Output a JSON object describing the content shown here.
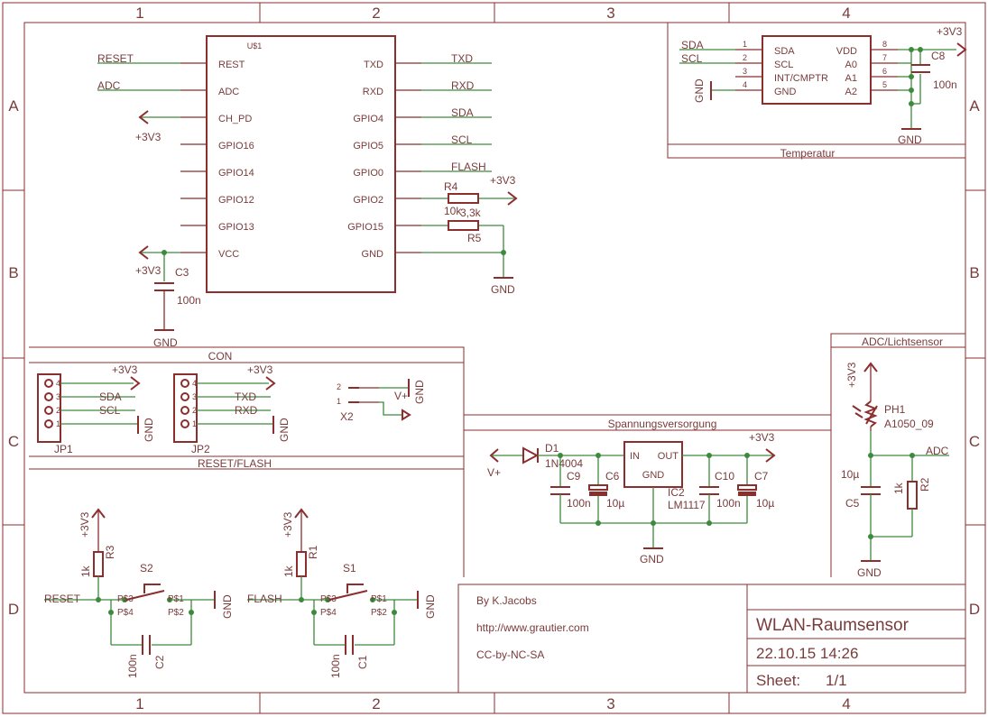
{
  "frame": {
    "columns": [
      "1",
      "2",
      "3",
      "4"
    ],
    "rows": [
      "A",
      "B",
      "C",
      "D"
    ]
  },
  "mcu": {
    "name": "U$1",
    "left_pins": [
      "REST",
      "ADC",
      "CH_PD",
      "GPIO16",
      "GPIO14",
      "GPIO12",
      "GPIO13",
      "VCC"
    ],
    "right_pins": [
      "TXD",
      "RXD",
      "GPIO4",
      "GPIO5",
      "GPIO0",
      "GPIO2",
      "GPIO15",
      "GND"
    ]
  },
  "nets": {
    "reset": "RESET",
    "adc": "ADC",
    "txd": "TXD",
    "rxd": "RXD",
    "sda": "SDA",
    "scl": "SCL",
    "flash": "FLASH",
    "v33": "+3V3",
    "gnd": "GND",
    "vplus": "V+"
  },
  "parts": {
    "r4": {
      "name": "R4",
      "value": "10k"
    },
    "r5": {
      "name": "R5",
      "value": "3,3k"
    },
    "c3": {
      "name": "C3",
      "value": "100n"
    },
    "c8": {
      "name": "C8",
      "value": "100n"
    },
    "temp_ic": {
      "left_pins": [
        "SDA",
        "SCL",
        "INT/CMPTR",
        "GND"
      ],
      "right_pins": [
        "VDD",
        "A0",
        "A1",
        "A2"
      ],
      "left_numbers": [
        "1",
        "2",
        "3",
        "4"
      ],
      "right_numbers": [
        "8",
        "7",
        "6",
        "5"
      ]
    },
    "jp1": {
      "name": "JP1",
      "pins": [
        "4",
        "3",
        "2",
        "1"
      ]
    },
    "jp2": {
      "name": "JP2",
      "pins": [
        "4",
        "3",
        "2",
        "1"
      ]
    },
    "x2": {
      "name": "X2",
      "pins": [
        "2",
        "1"
      ]
    },
    "d1": {
      "name": "D1",
      "value": "1N4004"
    },
    "c9": {
      "name": "C9",
      "value": "100n"
    },
    "c6": {
      "name": "C6",
      "value": "10µ"
    },
    "ic2": {
      "name": "IC2",
      "value": "LM1117",
      "pins": [
        "IN",
        "OUT",
        "GND"
      ]
    },
    "c10": {
      "name": "C10",
      "value": "100n"
    },
    "c7": {
      "name": "C7",
      "value": "10µ"
    },
    "ph1": {
      "name": "PH1",
      "value": "A1050_09"
    },
    "c5": {
      "name": "C5",
      "value": "10µ"
    },
    "r2": {
      "name": "R2",
      "value": "1k"
    },
    "r3": {
      "name": "R3",
      "value": "1k"
    },
    "r1": {
      "name": "R1",
      "value": "1k"
    },
    "s2": {
      "name": "S2"
    },
    "s1": {
      "name": "S1"
    },
    "c2": {
      "name": "C2",
      "value": "100n"
    },
    "c1": {
      "name": "C1",
      "value": "100n"
    },
    "switch_pins": [
      "P$3",
      "P$1",
      "P$4",
      "P$2"
    ]
  },
  "sections": {
    "temperature": "Temperatur",
    "connector": "CON",
    "reset_flash": "RESET/FLASH",
    "power": "Spannungsversorgung",
    "adc_light": "ADC/Lichtsensor"
  },
  "title_block": {
    "author": "By K.Jacobs",
    "url": "http://www.grautier.com",
    "license": "CC-by-NC-SA",
    "title": "WLAN-Raumsensor",
    "date": "22.10.15 14:26",
    "sheet_label": "Sheet:",
    "sheet_value": "1/1"
  },
  "colors": {
    "symbol": "#8b2e2e",
    "wire": "#3d8a3d",
    "text": "#7a3b3b"
  }
}
